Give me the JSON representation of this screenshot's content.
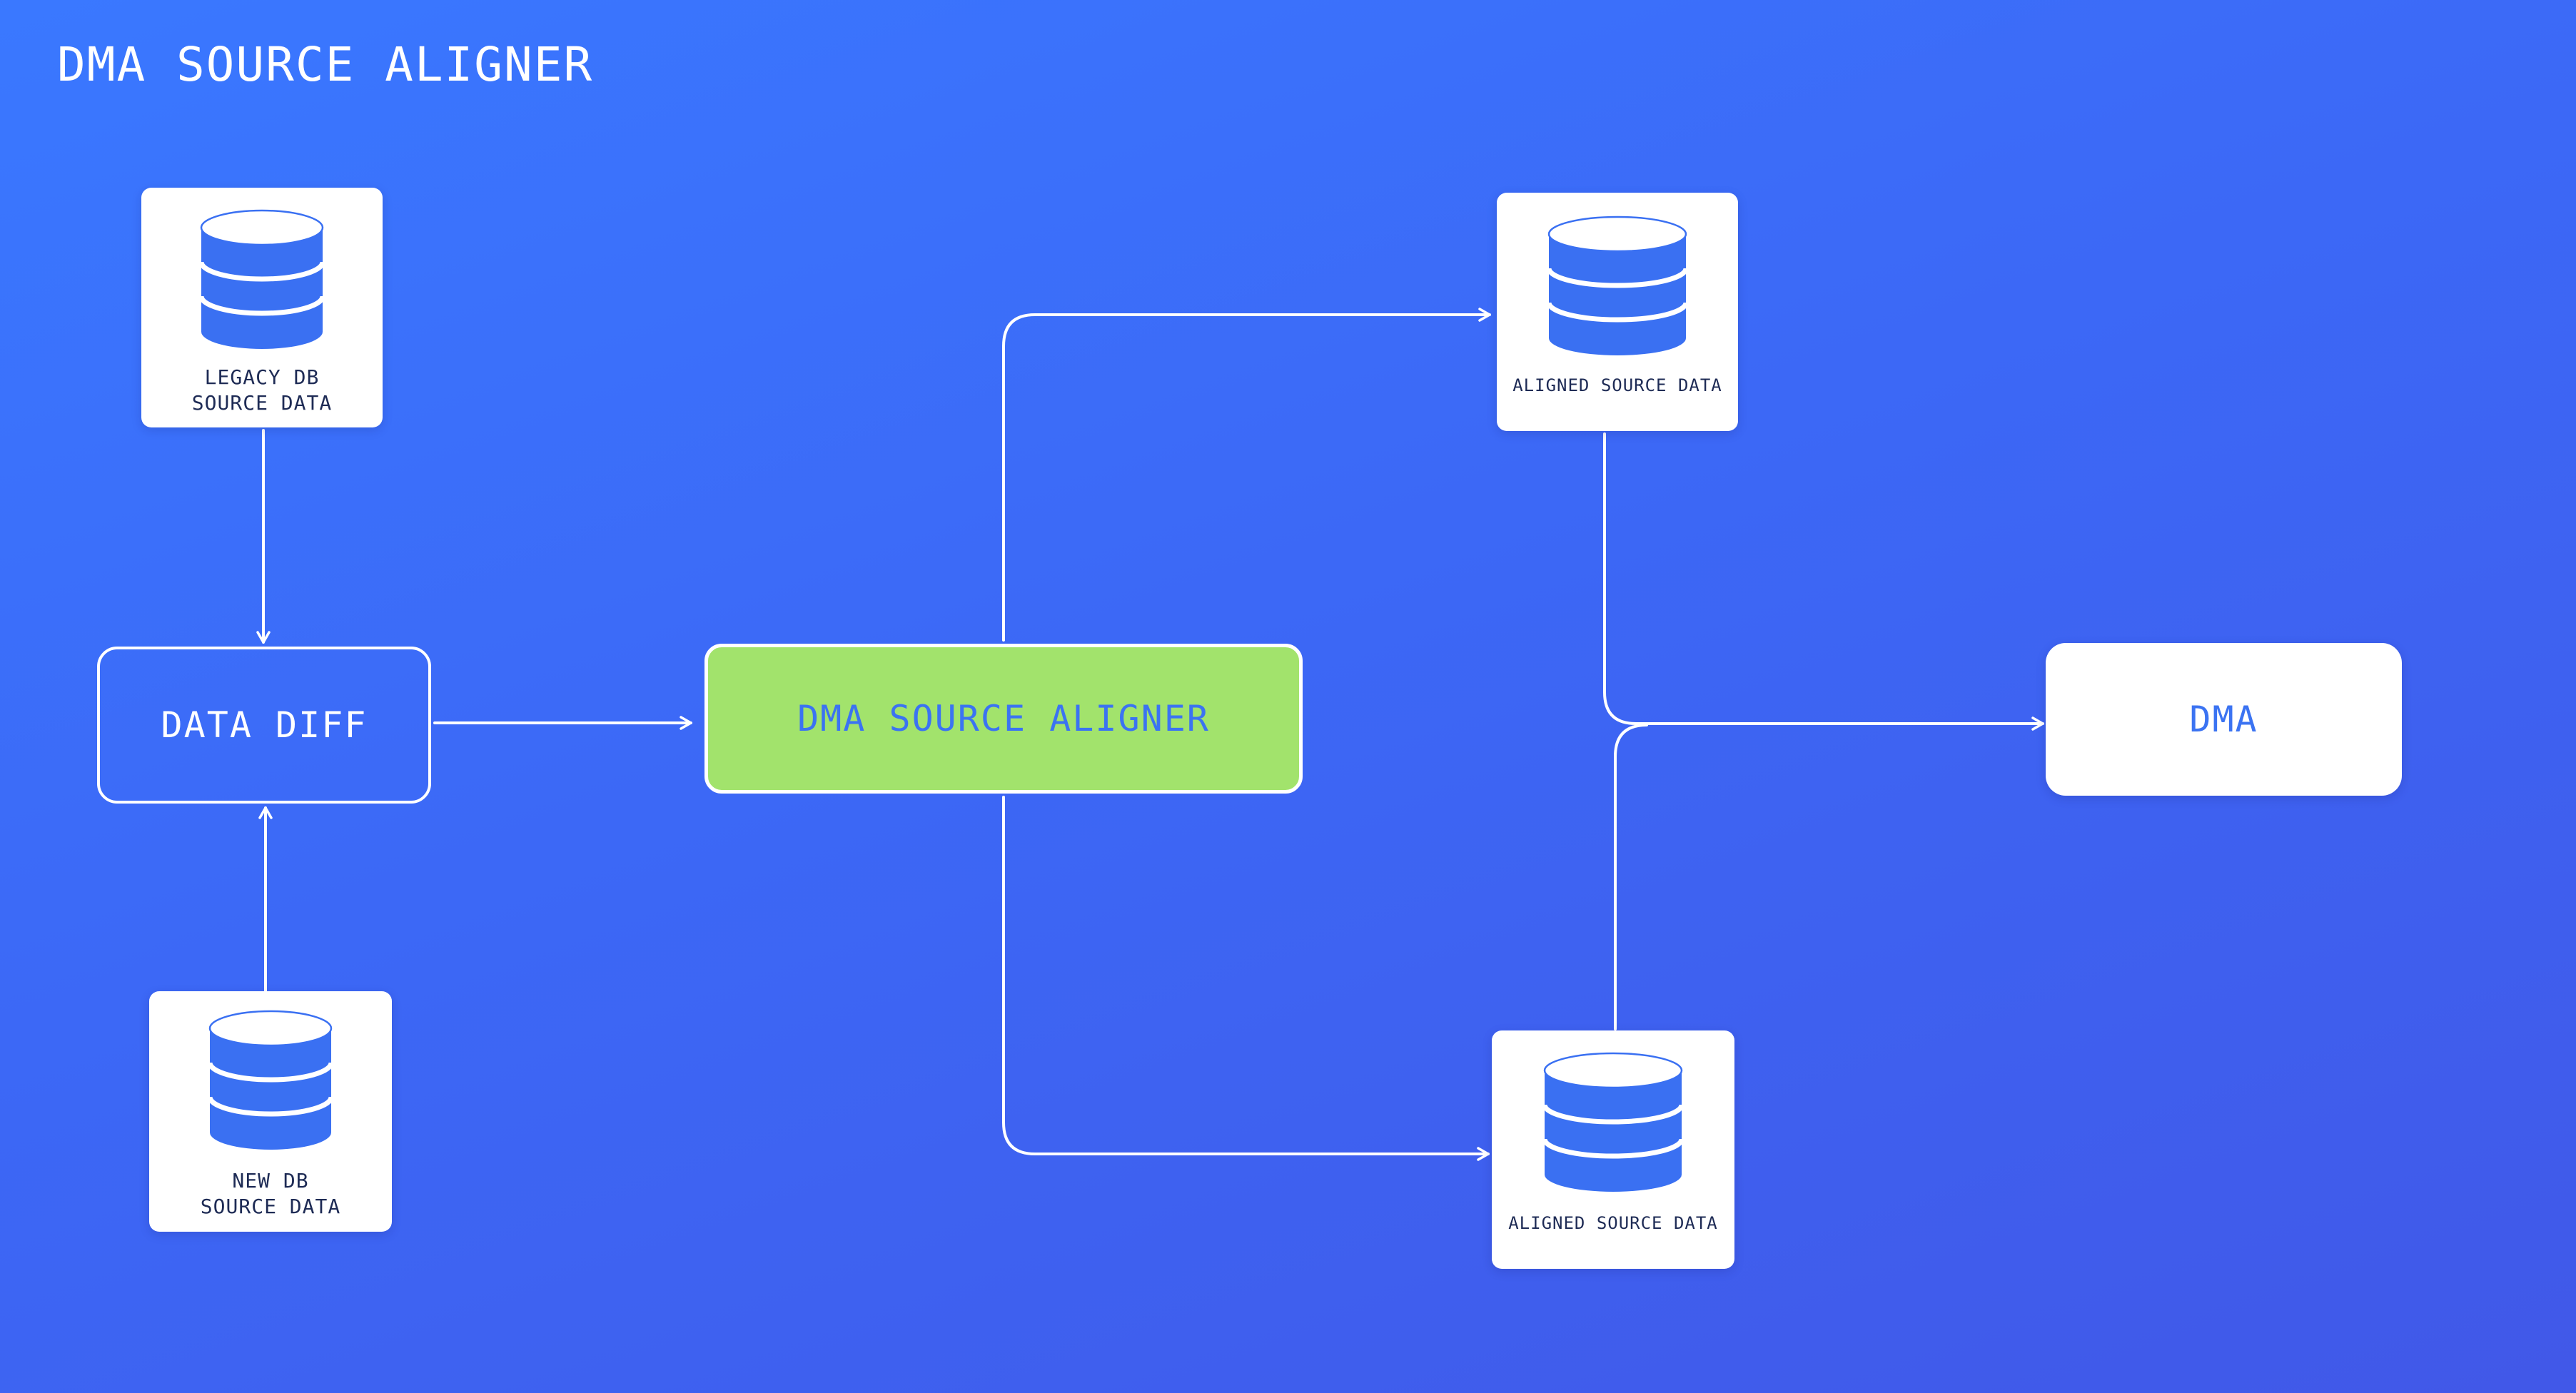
{
  "title": "DMA SOURCE ALIGNER",
  "nodes": {
    "legacy_db": {
      "label": "LEGACY DB\nSOURCE DATA",
      "icon": "database-icon"
    },
    "new_db": {
      "label": "NEW DB\nSOURCE DATA",
      "icon": "database-icon"
    },
    "data_diff": {
      "label": "DATA DIFF"
    },
    "aligner": {
      "label": "DMA SOURCE ALIGNER"
    },
    "aligned_top": {
      "label": "ALIGNED SOURCE DATA",
      "icon": "database-icon"
    },
    "aligned_bottom": {
      "label": "ALIGNED SOURCE DATA",
      "icon": "database-icon"
    },
    "dma": {
      "label": "DMA"
    }
  },
  "colors": {
    "background_start": "#3a78ff",
    "background_end": "#4158e8",
    "aligner_fill": "#a2e36c",
    "accent_text": "#3b73f2",
    "database_fill": "#3a70f2",
    "connector": "#ffffff"
  }
}
